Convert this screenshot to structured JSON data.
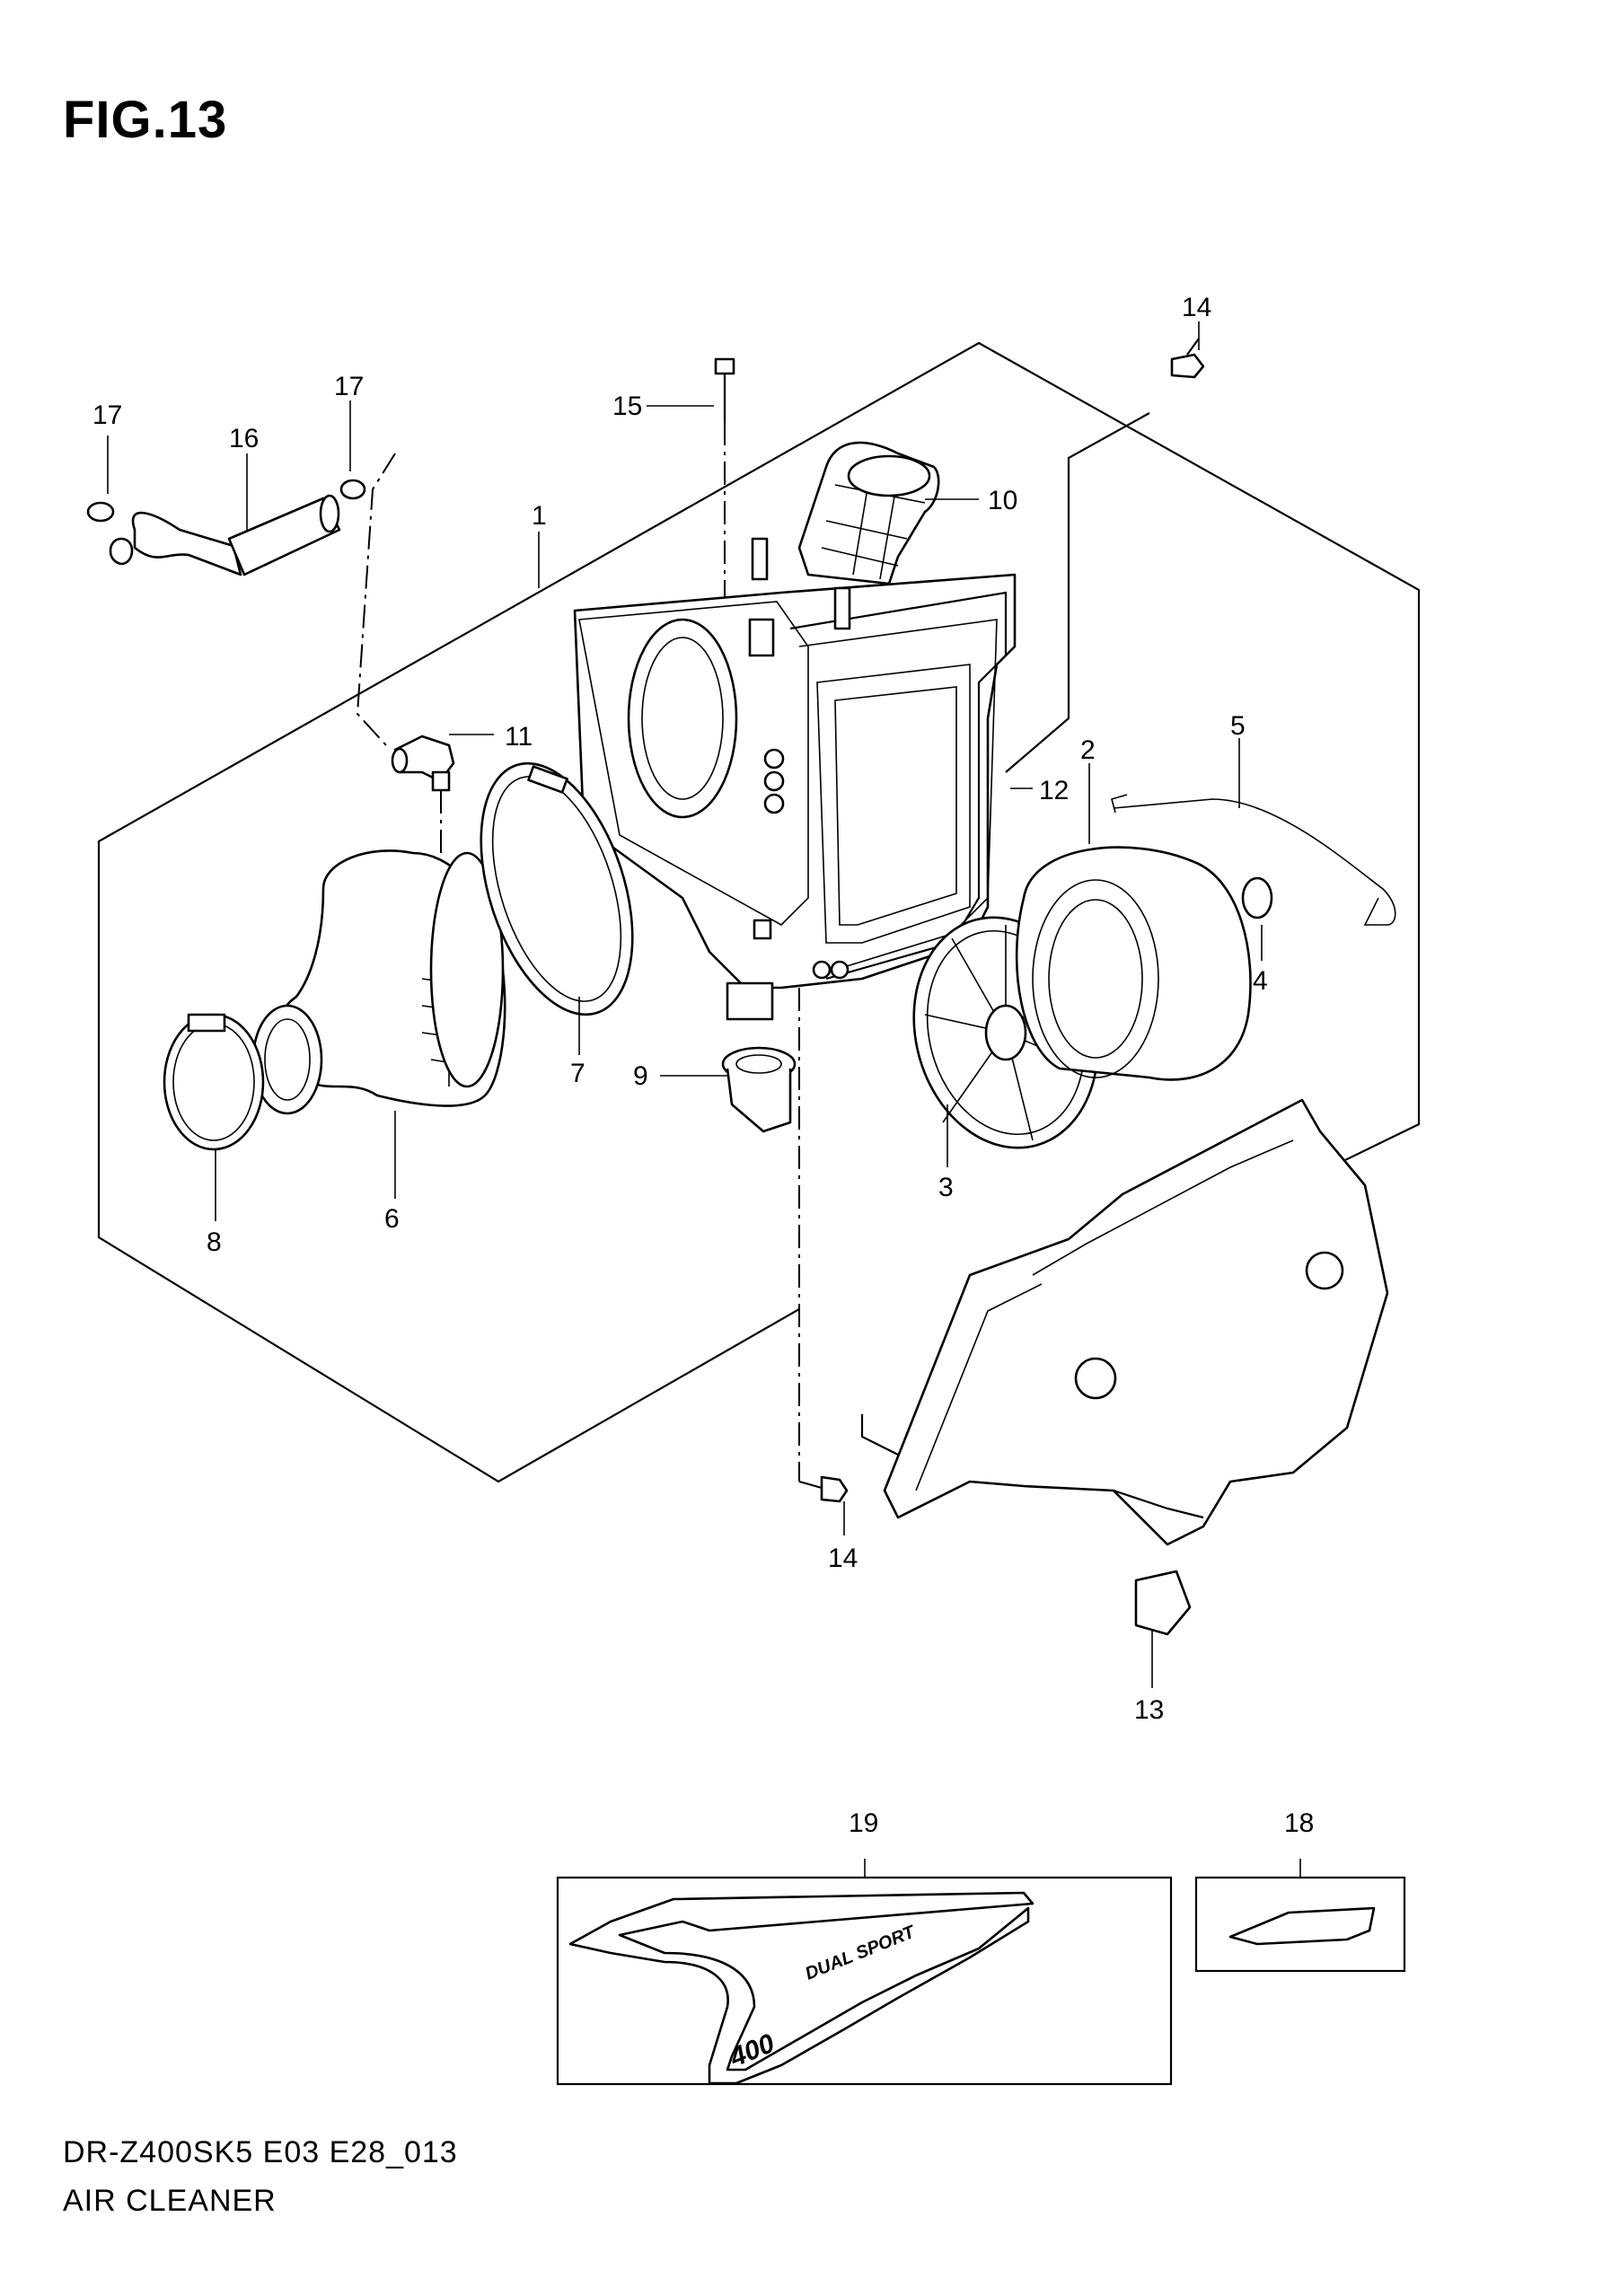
{
  "figure": {
    "title": "FIG.13"
  },
  "footer": {
    "model_code": "DR-Z400SK5 E03 E28_013",
    "section_name": "AIR CLEANER"
  },
  "callouts": {
    "c1": "1",
    "c2": "2",
    "c3": "3",
    "c4": "4",
    "c5": "5",
    "c6": "6",
    "c7": "7",
    "c8": "8",
    "c9": "9",
    "c10": "10",
    "c11": "11",
    "c12": "12",
    "c13": "13",
    "c14_top": "14",
    "c14_bottom": "14",
    "c15": "15",
    "c16": "16",
    "c17_left": "17",
    "c17_right": "17",
    "c18": "18",
    "c19": "19"
  },
  "decals": {
    "side_decal_text": "DUAL SPORT",
    "side_decal_number": "400"
  }
}
